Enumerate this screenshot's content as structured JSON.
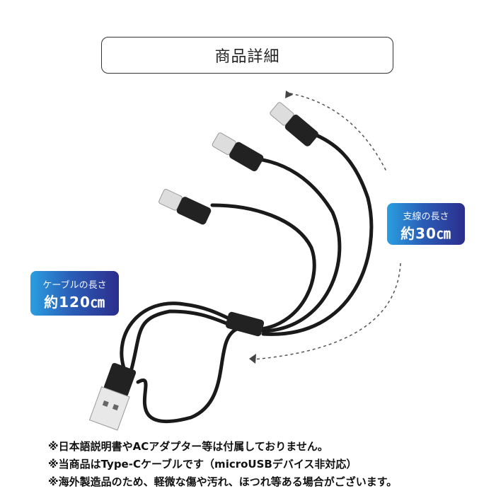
{
  "title": "商品詳細",
  "branch_badge": {
    "label": "支線の長さ",
    "value": "約30㎝"
  },
  "cable_badge": {
    "label": "ケーブルの長さ",
    "value": "約120㎝"
  },
  "notes": [
    "※日本語説明書やACアダプター等は付属しておりません。",
    "※当商品はType-Cケーブルです（microUSBデバイス非対応）",
    "※海外製造品のため、軽微な傷や汚れ、ほつれ等ある場合がございます。"
  ],
  "colors": {
    "badge_start": "#2a9fe0",
    "badge_end": "#2c2d8c",
    "cable": "#1a1a1a"
  }
}
